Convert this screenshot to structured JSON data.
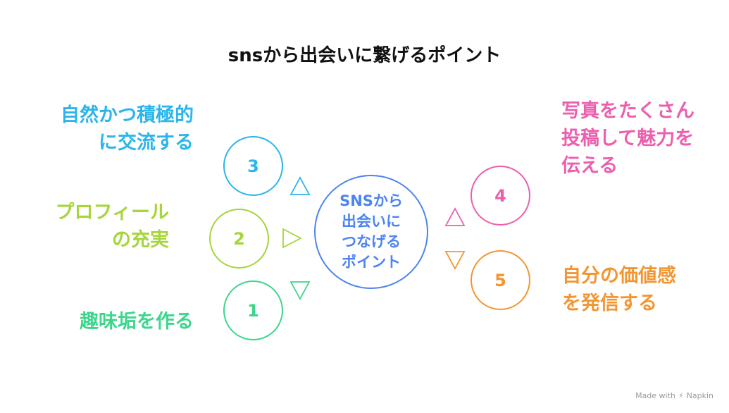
{
  "title": "snsから出会いに繋げるポイント",
  "center": {
    "lines": [
      "SNSから",
      "出会いに",
      "つなげる",
      "ポイント"
    ],
    "color": "#4c84f0"
  },
  "points": [
    {
      "number": "1",
      "lines": [
        "趣味垢を作る"
      ],
      "color": "#3dd68c"
    },
    {
      "number": "2",
      "lines": [
        "プロフィール",
        "の充実"
      ],
      "color": "#a6d63b"
    },
    {
      "number": "3",
      "lines": [
        "自然かつ積極的",
        "に交流する"
      ],
      "color": "#2bb5ec"
    },
    {
      "number": "4",
      "lines": [
        "写真をたくさん",
        "投稿して魅力を",
        "伝える"
      ],
      "color": "#ec5fae"
    },
    {
      "number": "5",
      "lines": [
        "自分の価値感",
        "を発信する"
      ],
      "color": "#f39632"
    }
  ],
  "footer": {
    "text": "Made with",
    "brand": "Napkin"
  }
}
